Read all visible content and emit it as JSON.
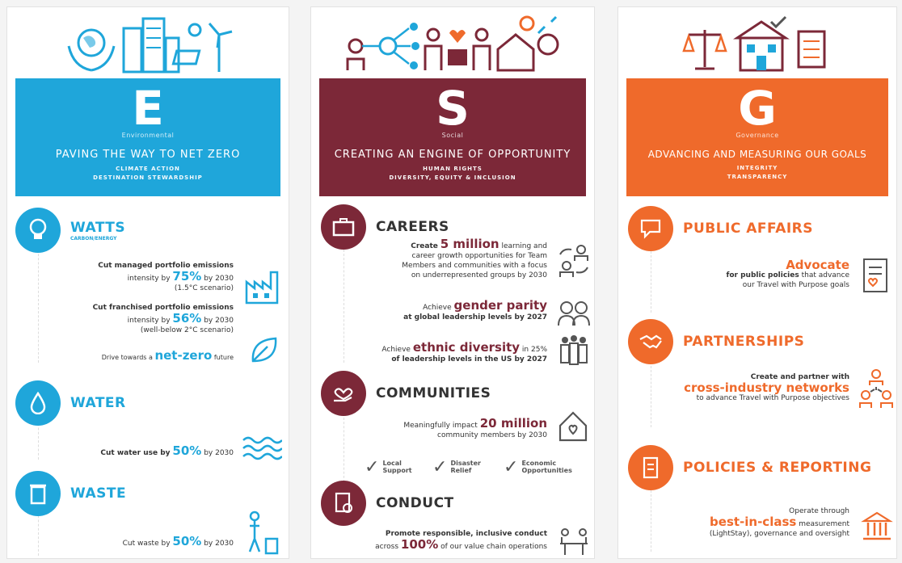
{
  "colors": {
    "environmental": "#1fa6da",
    "social": "#7c2838",
    "governance": "#ef6a2b"
  },
  "environmental": {
    "letter": "E",
    "subtitle": "Environmental",
    "headline": "PAVING THE WAY TO NET ZERO",
    "tags": [
      "CLIMATE ACTION",
      "DESTINATION STEWARDSHIP"
    ],
    "watts": {
      "title": "WATTS",
      "subtitle": "CARBON/ENERGY",
      "s1_pre": "Cut managed portfolio emissions",
      "s1_mid": "intensity by",
      "s1_big": "75%",
      "s1_post": "by 2030",
      "s1_note": "(1.5°C scenario)",
      "s2_pre": "Cut franchised portfolio emissions",
      "s2_mid": "intensity by",
      "s2_big": "56%",
      "s2_post": "by 2030",
      "s2_note": "(well-below 2°C scenario)",
      "s3_pre": "Drive towards a",
      "s3_big": "net-zero",
      "s3_post": "future"
    },
    "water": {
      "title": "WATER",
      "pre": "Cut water use by",
      "big": "50%",
      "post": "by 2030"
    },
    "waste": {
      "title": "WASTE",
      "pre": "Cut waste by",
      "big": "50%",
      "post": "by 2030"
    }
  },
  "social": {
    "letter": "S",
    "subtitle": "Social",
    "headline": "CREATING AN ENGINE OF OPPORTUNITY",
    "tags": [
      "HUMAN RIGHTS",
      "DIVERSITY, EQUITY & INCLUSION"
    ],
    "careers": {
      "title": "CAREERS",
      "c1_pre": "Create",
      "c1_big": "5 million",
      "c1_l1": "learning and",
      "c1_l2": "career growth opportunities for Team",
      "c1_l3": "Members and communities with a focus",
      "c1_l4": "on underrepresented groups by 2030",
      "c2_pre": "Achieve",
      "c2_big": "gender parity",
      "c2_l2": "at global leadership levels by 2027",
      "c3_pre": "Achieve",
      "c3_big": "ethnic diversity",
      "c3_post": "in 25%",
      "c3_l2": "of leadership levels in the US by 2027"
    },
    "communities": {
      "title": "COMMUNITIES",
      "pre": "Meaningfully impact",
      "big": "20 million",
      "l2": "community members by 2030",
      "checks": [
        "Local Support",
        "Disaster Relief",
        "Economic Opportunities"
      ]
    },
    "conduct": {
      "title": "CONDUCT",
      "l1": "Promote responsible, inclusive conduct",
      "pre": "across",
      "big": "100%",
      "post": "of our value chain operations"
    }
  },
  "governance": {
    "letter": "G",
    "subtitle": "Governance",
    "headline": "ADVANCING AND MEASURING OUR GOALS",
    "tags": [
      "INTEGRITY",
      "TRANSPARENCY"
    ],
    "public": {
      "title": "PUBLIC AFFAIRS",
      "big": "Advocate",
      "l2a": "for public policies",
      "l2b": "that advance",
      "l3": "our Travel with Purpose goals"
    },
    "partnerships": {
      "title": "PARTNERSHIPS",
      "l1": "Create and partner with",
      "big": "cross-industry networks",
      "l3": "to advance Travel with Purpose objectives"
    },
    "policies": {
      "title": "POLICIES & REPORTING",
      "l1": "Operate through",
      "big": "best-in-class",
      "post": "measurement",
      "l3": "(LightStay), governance and oversight"
    }
  },
  "icons": {
    "e_header": [
      "hands-globe-icon",
      "buildings-icon",
      "solar-wind-icon"
    ],
    "s_header": [
      "network-people-icon",
      "heart-hands-icon",
      "house-icon"
    ],
    "g_header": [
      "scales-icon",
      "building-check-icon",
      "document-icon"
    ]
  }
}
